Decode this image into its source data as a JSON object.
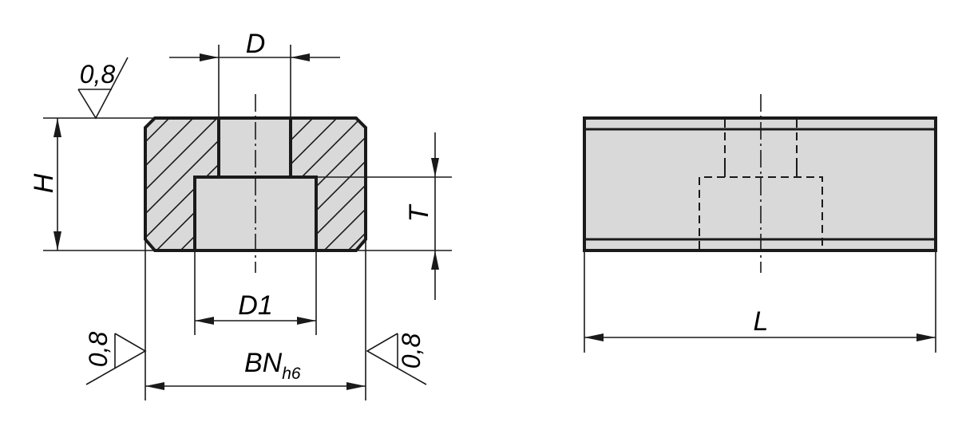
{
  "colors": {
    "fill": "#d9d9d9",
    "line": "#1a1a1a",
    "background": "#ffffff"
  },
  "labels": {
    "D": "D",
    "D1": "D1",
    "H": "H",
    "T": "T",
    "BN": "BN",
    "BN_sub": "h6",
    "L": "L"
  },
  "surface_roughness": {
    "top": "0,8",
    "left": "0,8",
    "right": "0,8"
  }
}
